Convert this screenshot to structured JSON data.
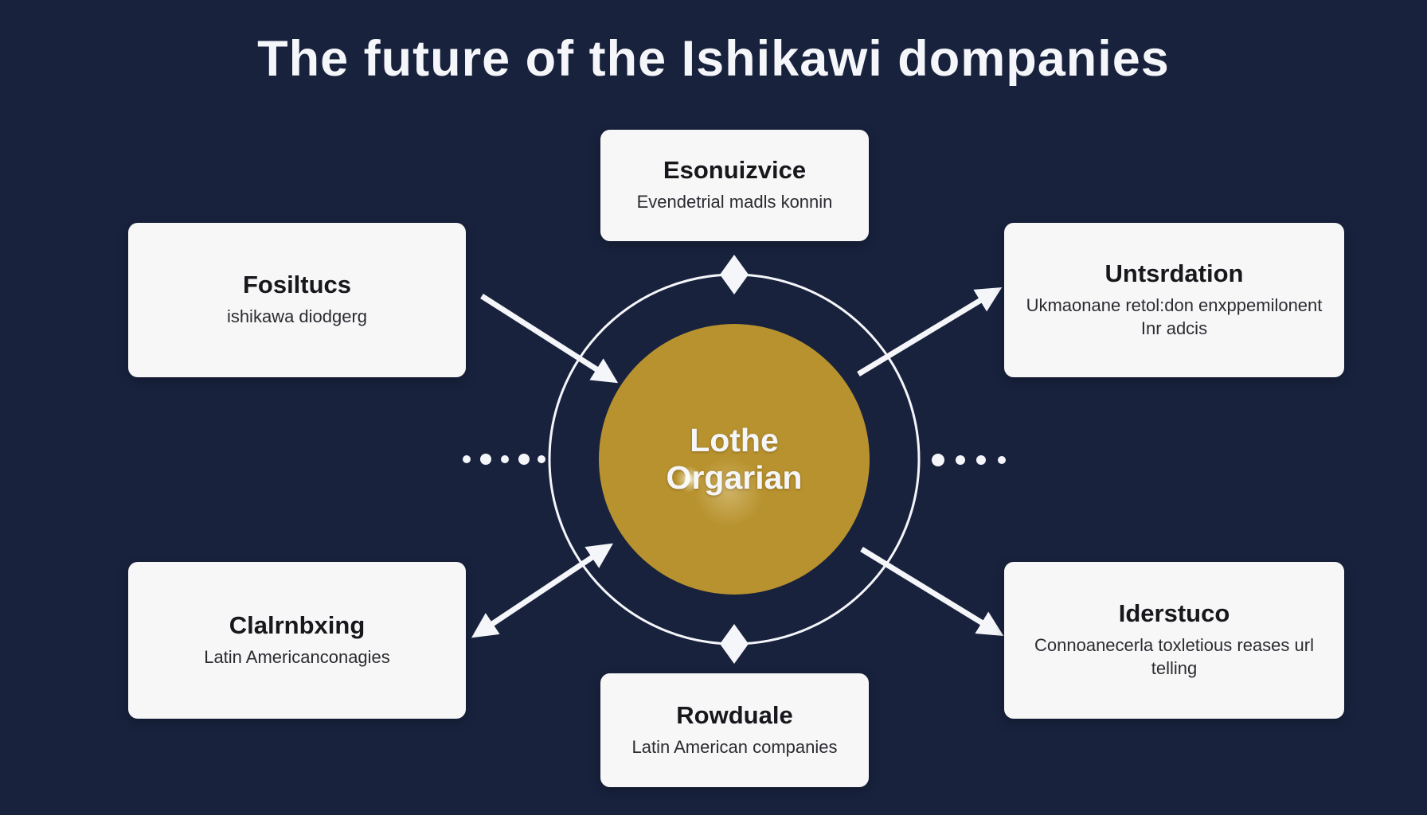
{
  "title": "The future of the Ishikawi dompanies",
  "center": {
    "line1": "Lothe",
    "line2": "Orgarian"
  },
  "nodes": {
    "top": {
      "title": "Esonuizvice",
      "subtitle": "Evendetrial madls konnin"
    },
    "left_top": {
      "title": "Fosiltucs",
      "subtitle": "ishikawa diodgerg"
    },
    "right_top": {
      "title": "Untsrdation",
      "subtitle": "Ukmaonane retol:don enxppemilonent Inr adcis"
    },
    "left_bottom": {
      "title": "Clalrnbxing",
      "subtitle": "Latin Americanconagies"
    },
    "right_bottom": {
      "title": "Iderstuco",
      "subtitle": "Connoanecerla toxletious reases url telling"
    },
    "bottom": {
      "title": "Rowduale",
      "subtitle": "Latin American companies"
    }
  },
  "colors": {
    "background": "#18223d",
    "background_edge": "#0d1527",
    "node_bg": "#f7f7f8",
    "node_title": "#17171c",
    "node_subtitle": "#2b2b31",
    "center_fill": "#b8922e",
    "accent_white": "#f5f6fa"
  }
}
